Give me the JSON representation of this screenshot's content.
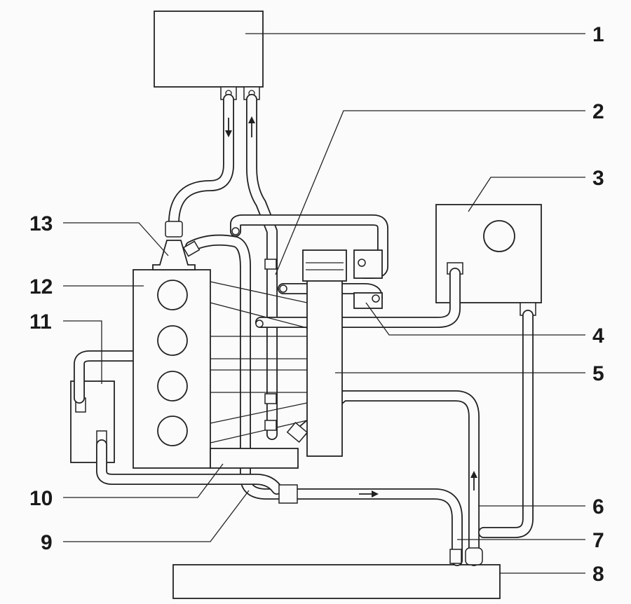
{
  "diagram": {
    "callouts": [
      {
        "id": "1",
        "label": "1"
      },
      {
        "id": "2",
        "label": "2"
      },
      {
        "id": "3",
        "label": "3"
      },
      {
        "id": "4",
        "label": "4"
      },
      {
        "id": "5",
        "label": "5"
      },
      {
        "id": "6",
        "label": "6"
      },
      {
        "id": "7",
        "label": "7"
      },
      {
        "id": "8",
        "label": "8"
      },
      {
        "id": "9",
        "label": "9"
      },
      {
        "id": "10",
        "label": "10"
      },
      {
        "id": "11",
        "label": "11"
      },
      {
        "id": "12",
        "label": "12"
      },
      {
        "id": "13",
        "label": "13"
      }
    ],
    "flow_arrows": [
      "down",
      "up",
      "right",
      "up"
    ]
  }
}
